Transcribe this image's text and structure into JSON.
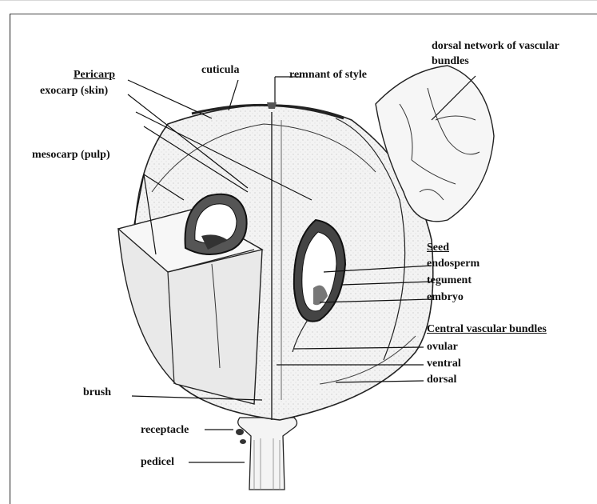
{
  "labels": {
    "pericarp": "Pericarp",
    "exocarp": "exocarp (skin)",
    "cuticula": "cuticula",
    "remnant_style": "remnant of style",
    "dorsal_network": "dorsal network of vascular",
    "dorsal_network_2": "bundles",
    "mesocarp": "mesocarp (pulp)",
    "seed": "Seed",
    "endosperm": "endosperm",
    "tegument": "tegument",
    "embryo": "embryo",
    "central_vascular": "Central vascular bundles",
    "ovular": "ovular",
    "ventral": "ventral",
    "dorsal": "dorsal",
    "brush": "brush",
    "receptacle": "receptacle",
    "pedicel": "pedicel"
  },
  "colors": {
    "ink": "#111111",
    "fruit_fill": "#f2f2f2",
    "cut_fill": "#e6e6e6",
    "seed_fill": "#3a3a3a"
  }
}
